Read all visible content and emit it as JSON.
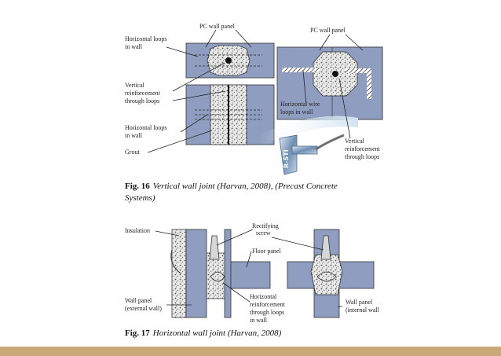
{
  "colors": {
    "panel": "#8f9ec0",
    "footer_bar": "#c9a87a"
  },
  "figure16": {
    "labels": {
      "pc_wall_panel_left": "PC wall panel",
      "pc_wall_panel_right": "PC wall panel",
      "horizontal_loops_top_1": "Horizontal loops",
      "horizontal_loops_top_2": "in wall",
      "vertical_reinforcement_1": "Vertical",
      "vertical_reinforcement_2": "reinforcement",
      "vertical_reinforcement_3": "through loops",
      "horizontal_loops_bottom_1": "Horizontal loops",
      "horizontal_loops_bottom_2": "in wall",
      "grout": "Grout",
      "horizontal_wire_1": "Horizontal wire",
      "horizontal_wire_2": "loops in wall",
      "vertical_reinforcement_right_1": "Vertical",
      "vertical_reinforcement_right_2": "reinforcement",
      "vertical_reinforcement_right_3": "through loops",
      "product_mark": "R-STI"
    },
    "caption_number": "Fig. 16",
    "caption_line1": "Vertical wall joint (Harvan, 2008), (Precast Concrete",
    "caption_line2": "Systems)"
  },
  "figure17": {
    "labels": {
      "insulation": "Insulation",
      "rectifying_screw_1": "Rectifying",
      "rectifying_screw_2": "screw",
      "floor_panel": "Floor panel",
      "wall_panel_external_1": "Wall panel",
      "wall_panel_external_2": "(external wall)",
      "horizontal_reinf_1": "Horizontal",
      "horizontal_reinf_2": "reinforcement",
      "horizontal_reinf_3": "through loops",
      "horizontal_reinf_4": "in wall",
      "wall_panel_internal_1": "Wall panel",
      "wall_panel_internal_2": "(internal wall"
    },
    "caption_number": "Fig. 17",
    "caption_text": "Horizontal wall joint (Harvan, 2008)"
  }
}
